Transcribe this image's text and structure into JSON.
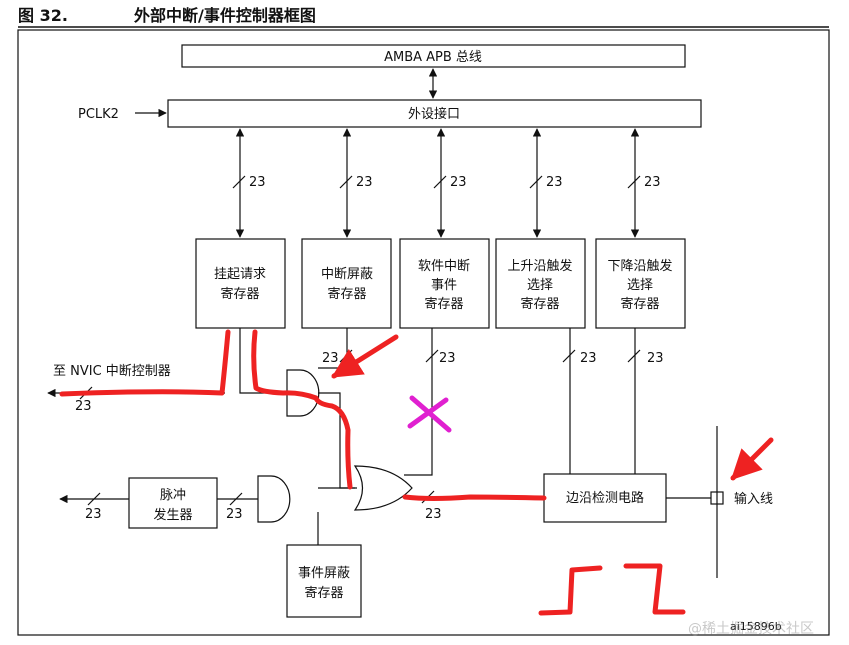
{
  "figure": {
    "number": "图 32.",
    "title": "外部中断/事件控制器框图",
    "figure_id": "ai15896b",
    "watermark": "@稀土掘金技术社区"
  },
  "blocks": {
    "amba_apb": "AMBA APB 总线",
    "pclk2": "PCLK2",
    "peripheral_interface": "外设接口",
    "pending_register": [
      "挂起请求",
      "寄存器"
    ],
    "interrupt_mask_register": [
      "中断屏蔽",
      "寄存器"
    ],
    "software_interrupt_register": [
      "软件中断",
      "事件",
      "寄存器"
    ],
    "rising_trigger_register": [
      "上升沿触发",
      "选择",
      "寄存器"
    ],
    "falling_trigger_register": [
      "下降沿触发",
      "选择",
      "寄存器"
    ],
    "edge_detect_circuit": "边沿检测电路",
    "pulse_generator": [
      "脉冲",
      "发生器"
    ],
    "event_mask_register": [
      "事件屏蔽",
      "寄存器"
    ]
  },
  "labels": {
    "to_nvic": "至 NVIC 中断控制器",
    "input_line": "输入线",
    "bus_width": "23"
  },
  "annotation_colors": {
    "signal_path": "#ee2222",
    "cross_mark": "#e020d0"
  }
}
